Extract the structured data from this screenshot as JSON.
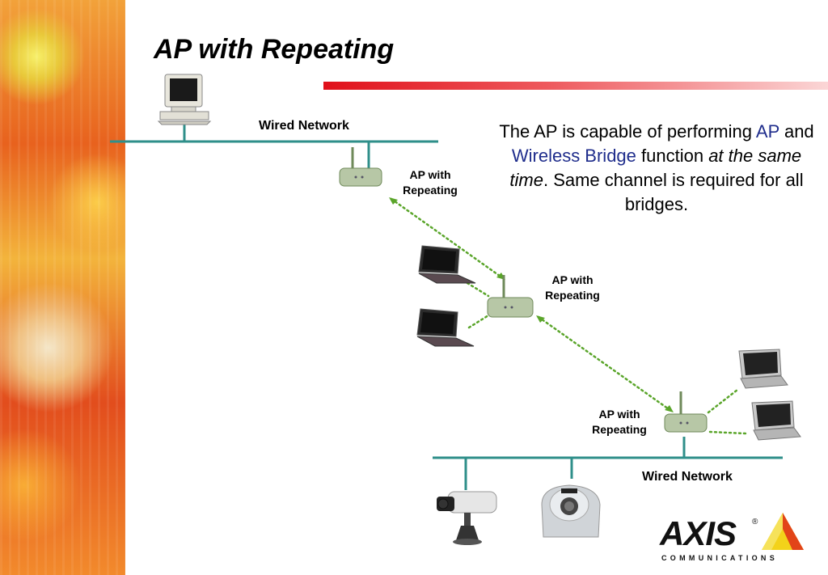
{
  "slide": {
    "title": "AP with Repeating",
    "description": {
      "part1": "The AP is capable of performing ",
      "ap": "AP",
      "part2": " and ",
      "bridge": "Wireless Bridge",
      "part3": " function ",
      "at_same_time": "at the same time",
      "part4": ". Same channel is required for all bridges."
    }
  },
  "labels": {
    "wired_top": "Wired Network",
    "wired_bottom": "Wired Network",
    "ap1_line1": "AP with",
    "ap1_line2": "Repeating",
    "ap2_line1": "AP with",
    "ap2_line2": "Repeating",
    "ap3_line1": "AP with",
    "ap3_line2": "Repeating"
  },
  "logo": {
    "word": "AXIS",
    "registered": "®",
    "sub": "COMMUNICATIONS"
  },
  "colors": {
    "network_line": "#2f8f8a",
    "link_dotted": "#5aa52a",
    "title_bar": "#e0101a",
    "accent_text": "#1f2d8c",
    "logo_yellow": "#f3d21a"
  }
}
